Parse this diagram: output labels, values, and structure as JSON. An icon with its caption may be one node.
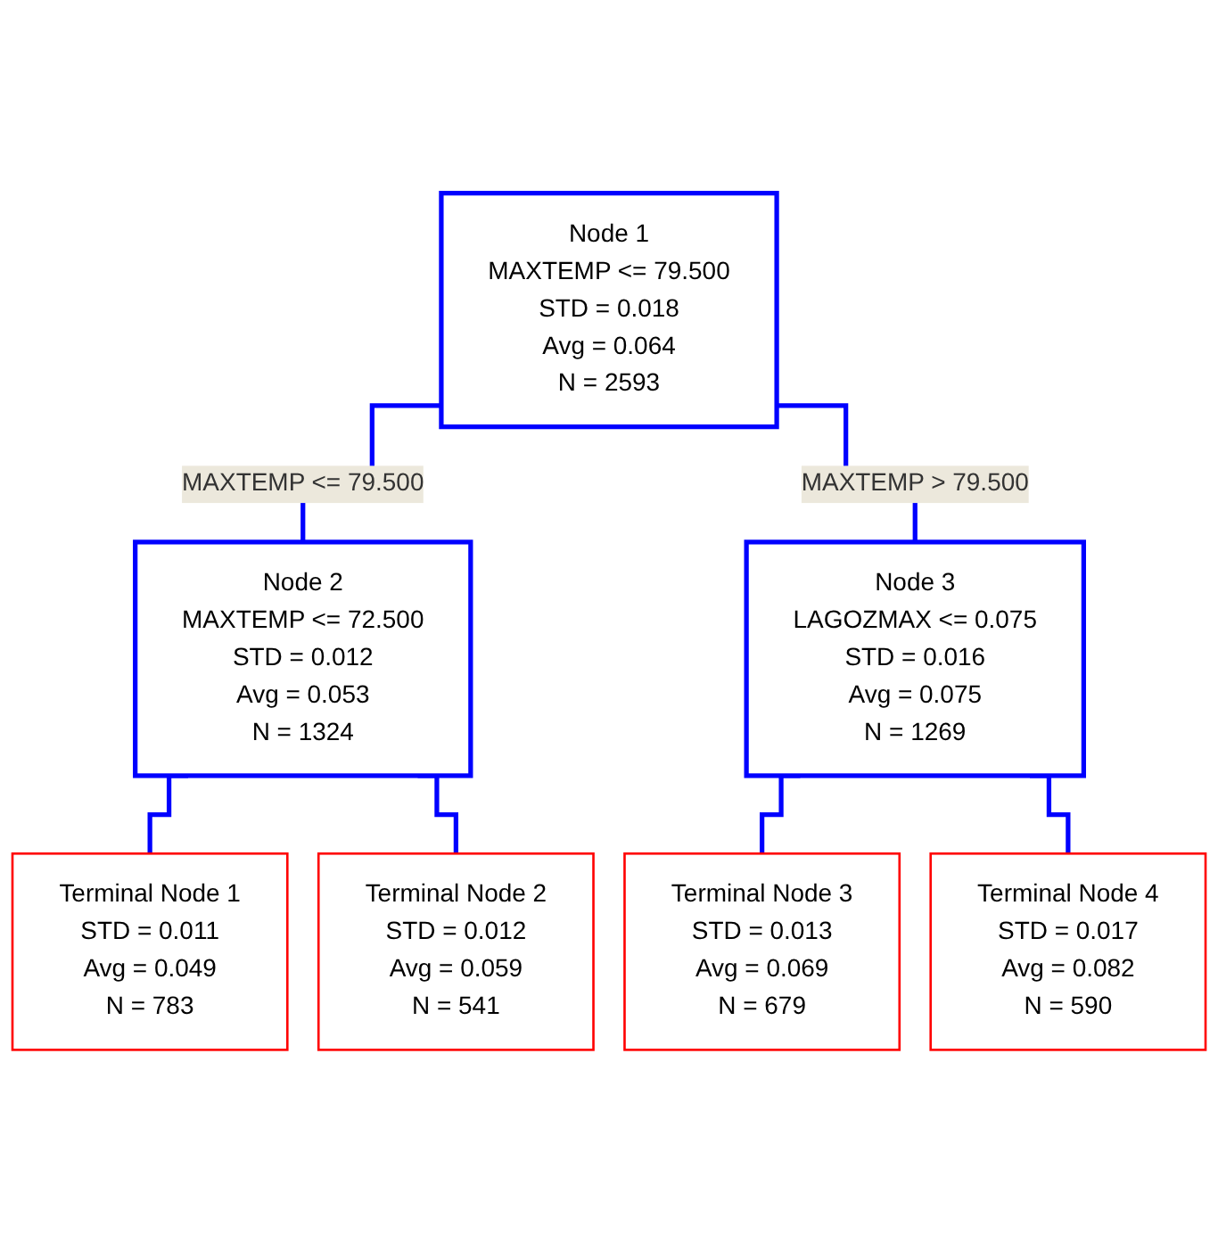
{
  "diagram": {
    "nodes": [
      {
        "text": [
          "Node 1",
          "MAXTEMP <= 79.500",
          "STD = 0.018",
          "Avg = 0.064",
          "N = 2593"
        ]
      },
      {
        "text": [
          "Node 2",
          "MAXTEMP <= 72.500",
          "STD = 0.012",
          "Avg = 0.053",
          "N = 1324"
        ]
      },
      {
        "text": [
          "Node 3",
          "LAGOZMAX <= 0.075",
          "STD = 0.016",
          "Avg = 0.075",
          "N = 1269"
        ]
      },
      {
        "text": [
          "Terminal Node 1",
          "STD = 0.011",
          "Avg = 0.049",
          "N = 783"
        ]
      },
      {
        "text": [
          "Terminal Node 2",
          "STD = 0.012",
          "Avg = 0.059",
          "N = 541"
        ]
      },
      {
        "text": [
          "Terminal Node 3",
          "STD = 0.013",
          "Avg = 0.069",
          "N = 679"
        ]
      },
      {
        "text": [
          "Terminal Node 4",
          "STD = 0.017",
          "Avg = 0.082",
          "N = 590"
        ]
      }
    ],
    "edges": [
      {
        "from": 0,
        "to": 1,
        "arrow": "none",
        "label": "MAXTEMP <= 79.500"
      },
      {
        "from": 0,
        "to": 2,
        "arrow": "none",
        "label": "MAXTEMP > 79.500"
      },
      {
        "from": 1,
        "to": 3,
        "arrow": "none"
      },
      {
        "from": 1,
        "to": 4,
        "arrow": "none"
      },
      {
        "from": 2,
        "to": 5,
        "arrow": "none"
      },
      {
        "from": 2,
        "to": 6,
        "arrow": "none"
      }
    ]
  }
}
